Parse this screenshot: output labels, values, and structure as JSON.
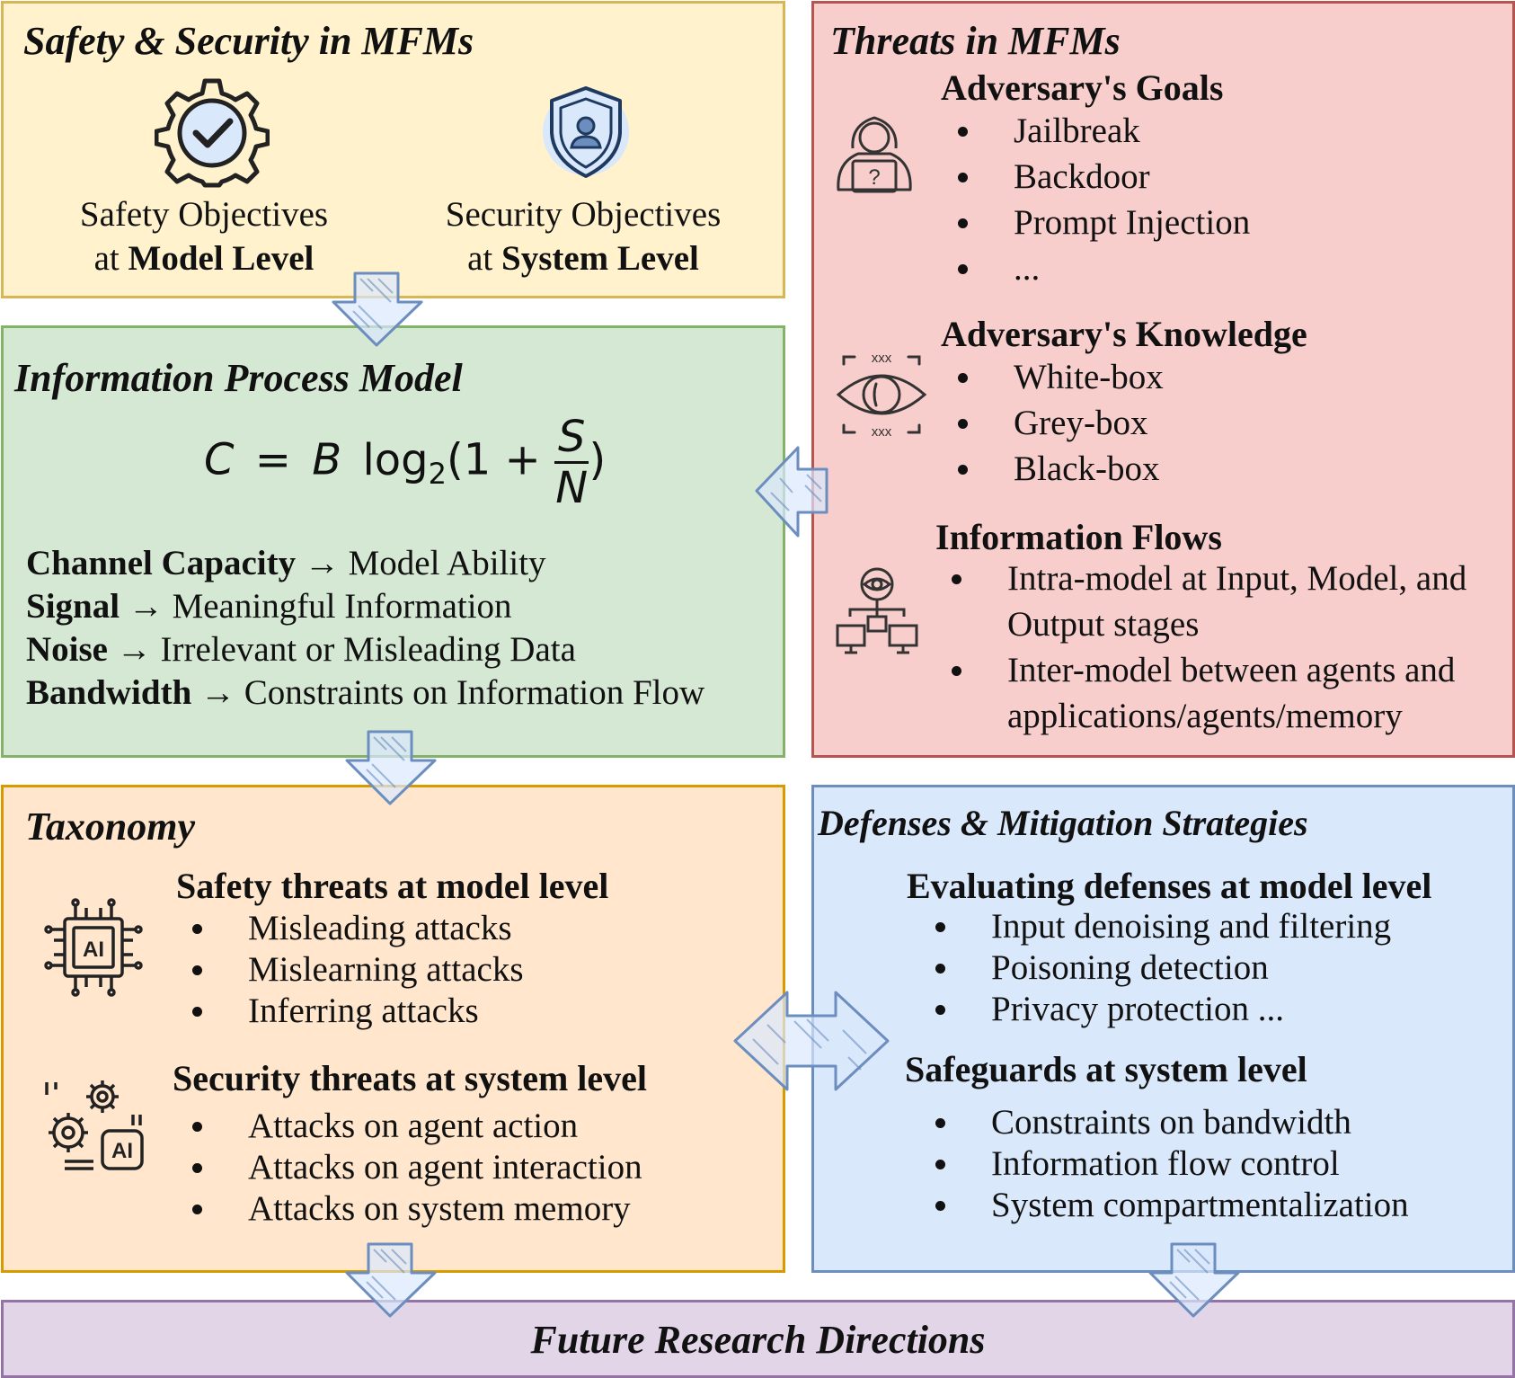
{
  "colors": {
    "safety_bg": "#fff2cc",
    "safety_border": "#d6b656",
    "threats_bg": "#f8cecc",
    "threats_border": "#b85450",
    "info_bg": "#d5e8d4",
    "info_border": "#82b366",
    "tax_bg": "#ffe6cc",
    "tax_border": "#d79b00",
    "def_bg": "#dae8fc",
    "def_border": "#6c8ebf",
    "future_bg": "#e1d5e7",
    "future_border": "#9673a6",
    "arrow": "#6c8ebf"
  },
  "safety": {
    "title": "Safety & Security in MFMs",
    "obj1_line1": "Safety Objectives",
    "obj1_pre": "at ",
    "obj1_bold": "Model Level",
    "obj2_line1": "Security Objectives",
    "obj2_pre": "at ",
    "obj2_bold": "System Level"
  },
  "threats": {
    "title": "Threats in MFMs",
    "goals_heading": "Adversary's Goals",
    "goals": [
      "Jailbreak",
      "Backdoor",
      "Prompt Injection",
      "..."
    ],
    "knowledge_heading": "Adversary's Knowledge",
    "knowledge": [
      "White-box",
      "Grey-box",
      "Black-box"
    ],
    "flows_heading": "Information Flows",
    "flows": [
      "Intra-model at Input, Model, and Output stages",
      "Inter-model between agents and applications/agents/memory"
    ],
    "eye_marks": "xxx"
  },
  "info": {
    "title": "Information Process Model",
    "eq_lhs": "C",
    "eq_eq": "=",
    "eq_b": "B",
    "eq_log": "log",
    "eq_sub": "2",
    "eq_open": "(1 +",
    "eq_num": "S",
    "eq_den": "N",
    "eq_close": ")",
    "mappings": [
      {
        "term": "Channel Capacity",
        "arrow": "→",
        "meaning": "Model Ability"
      },
      {
        "term": "Signal",
        "arrow": "→",
        "meaning": "Meaningful Information"
      },
      {
        "term": "Noise",
        "arrow": "→",
        "meaning": "Irrelevant or Misleading Data"
      },
      {
        "term": "Bandwidth",
        "arrow": "→",
        "meaning": "Constraints on Information Flow"
      }
    ]
  },
  "taxonomy": {
    "title": "Taxonomy",
    "safety_heading": "Safety threats at model level",
    "safety_items": [
      "Misleading attacks",
      "Mislearning attacks",
      "Inferring attacks"
    ],
    "security_heading": "Security threats at system level",
    "security_items": [
      "Attacks on agent action",
      "Attacks on agent interaction",
      "Attacks on system memory"
    ],
    "chip_label": "AI",
    "gear_label": "AI"
  },
  "defenses": {
    "title": "Defenses & Mitigation Strategies",
    "eval_heading": "Evaluating defenses at model level",
    "eval_items": [
      "Input denoising and filtering",
      "Poisoning detection",
      "Privacy protection ..."
    ],
    "safe_heading": "Safeguards at system level",
    "safe_items": [
      "Constraints on bandwidth",
      "Information flow control",
      "System compartmentalization"
    ]
  },
  "future": {
    "title": "Future Research Directions"
  }
}
